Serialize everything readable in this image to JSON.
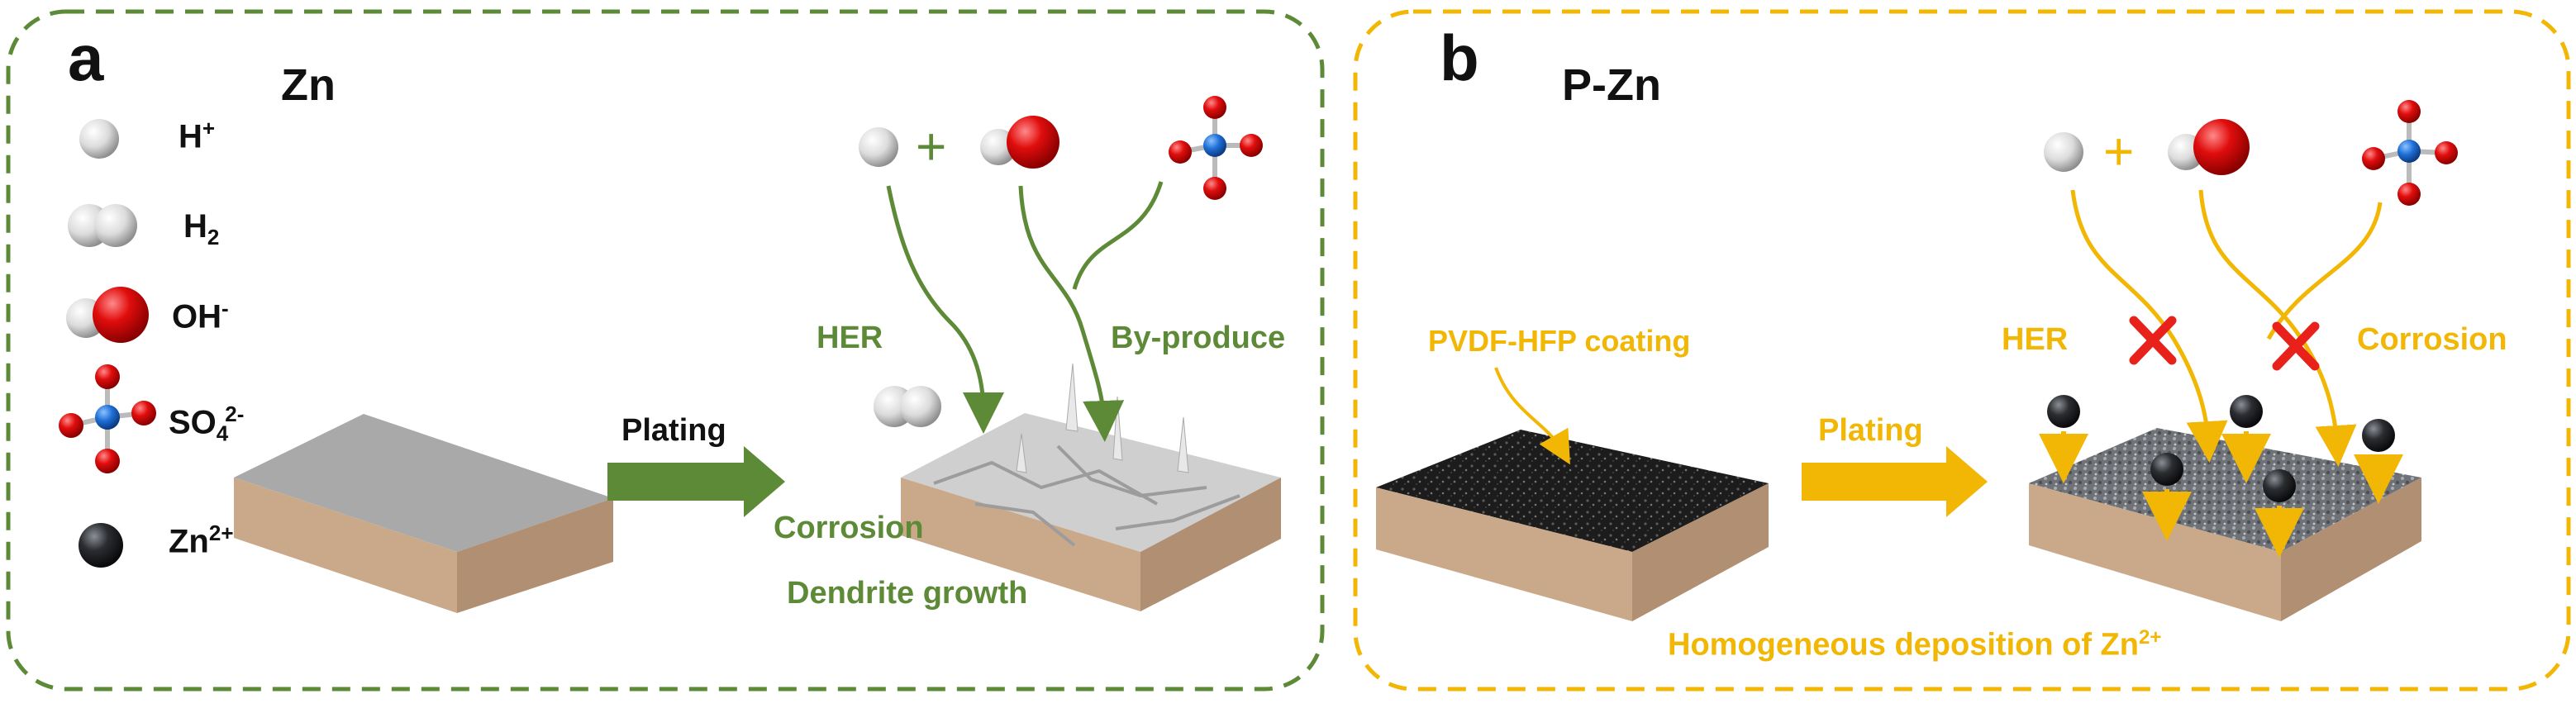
{
  "colors": {
    "green": "#5d8a36",
    "gold": "#f2b705",
    "red_cross": "#e8221b",
    "oxygen": "#e10d0d",
    "sulfur": "#1f6fd6",
    "hydrogen": "#e6e6e6",
    "zinc_ion": "#2b2d31",
    "slab_top_plain": "#a9a9a9",
    "slab_top_coated": "#1c1c1c"
  },
  "panel_a": {
    "letter": "a",
    "title": "Zn",
    "legend": {
      "h_plus": {
        "base": "H",
        "sup": "+"
      },
      "h2": {
        "base": "H",
        "sub": "2"
      },
      "oh": {
        "base": "OH",
        "sup": "-"
      },
      "so4": {
        "base": "SO",
        "sub": "4",
        "sup": "2-"
      },
      "zn": {
        "base": "Zn",
        "sup": "2+"
      }
    },
    "plating": "Plating",
    "plus": "+",
    "her": "HER",
    "by_produce": "By-produce",
    "corrosion": "Corrosion",
    "dendrite": "Dendrite growth"
  },
  "panel_b": {
    "letter": "b",
    "title": "P-Zn",
    "coating": "PVDF-HFP coating",
    "plating": "Plating",
    "plus": "+",
    "her": "HER",
    "corrosion": "Corrosion",
    "homogeneous": {
      "base": "Homogeneous deposition of Zn",
      "sup": "2+"
    }
  }
}
